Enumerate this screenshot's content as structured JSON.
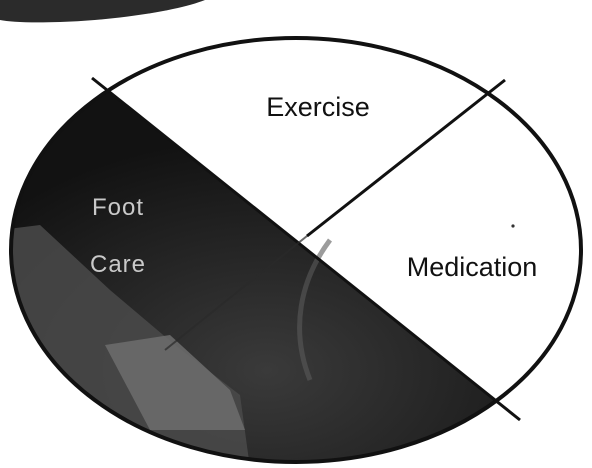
{
  "diagram": {
    "segments": [
      {
        "id": "exercise",
        "label": "Exercise",
        "fill": "#ffffff"
      },
      {
        "id": "medication",
        "label": "Medication",
        "fill": "#ffffff"
      },
      {
        "id": "foot-care",
        "label_line1": "Foot",
        "label_line2": "Care",
        "fill": "#151515"
      },
      {
        "id": "bottom-segment",
        "label": "",
        "fill": "#1a1a1a"
      }
    ],
    "colors": {
      "outline": "#111111",
      "dark_fill": "#151515",
      "texture_gray": "#555555",
      "background": "#ffffff"
    }
  }
}
